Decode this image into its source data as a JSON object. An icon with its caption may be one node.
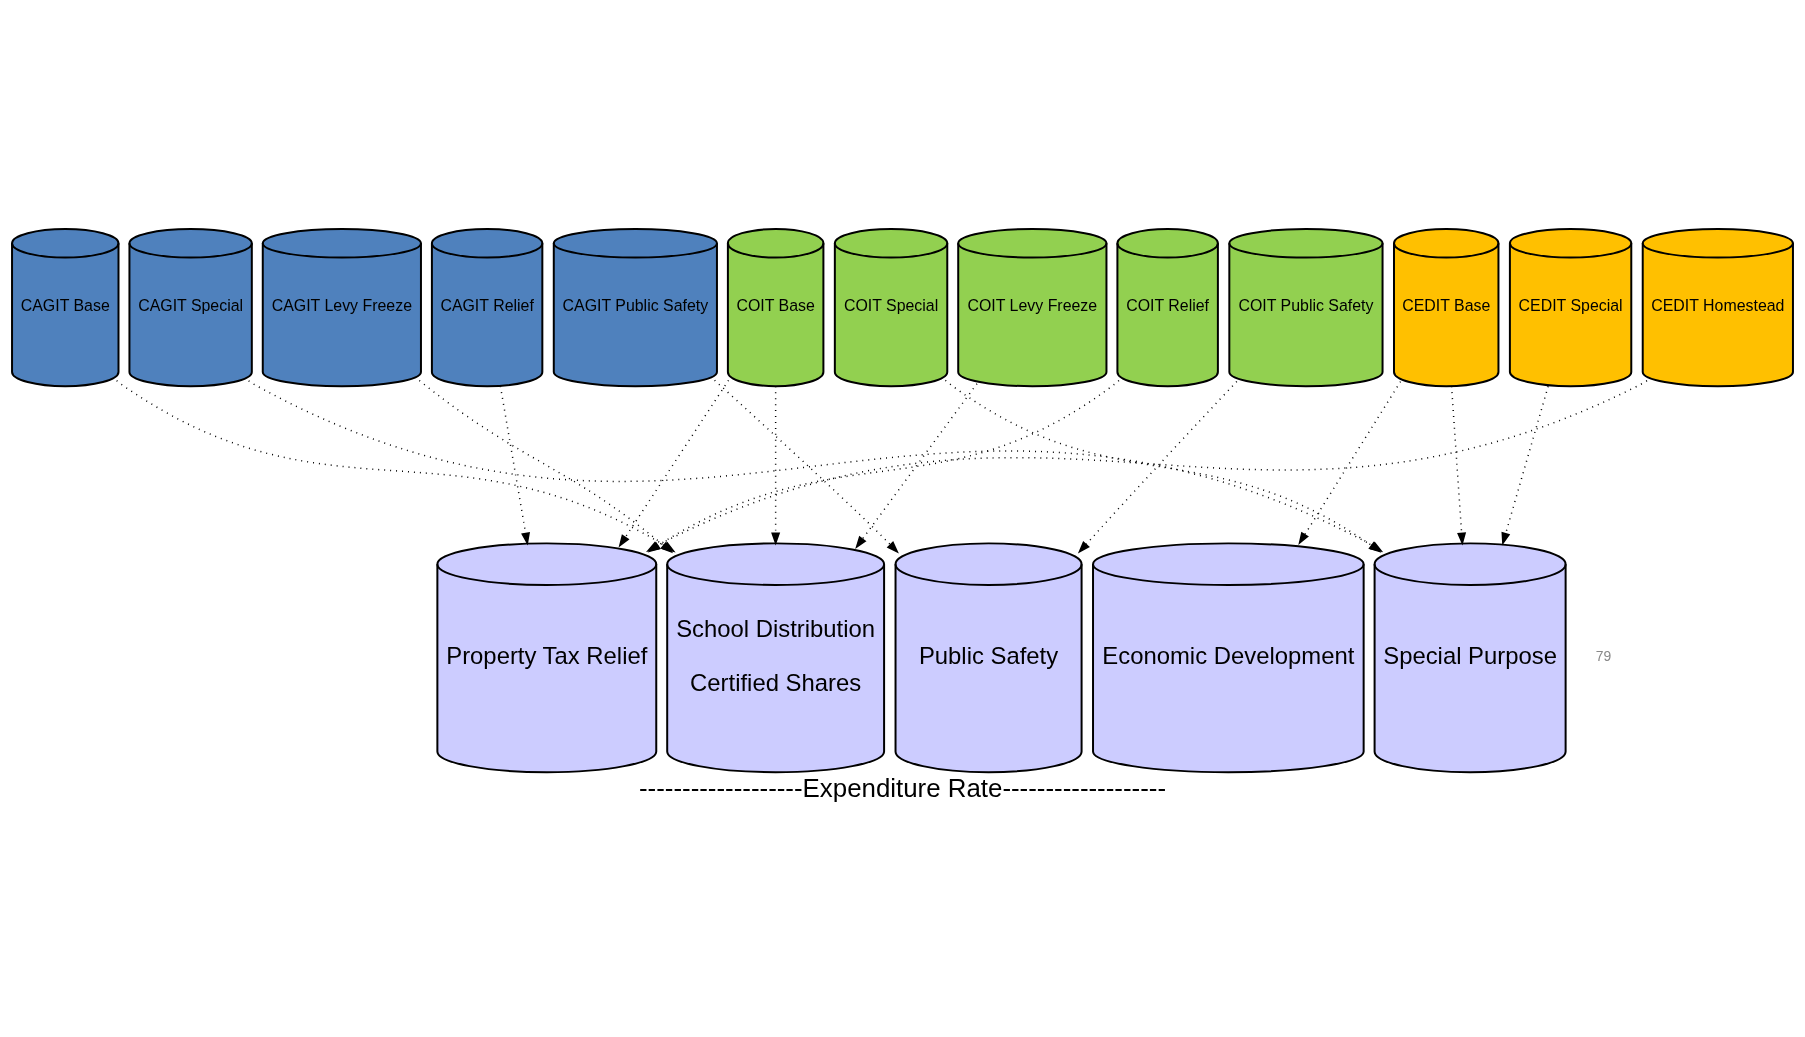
{
  "diagram": {
    "caption": "-------------------Expenditure Rate-------------------",
    "nodes": [
      {
        "text": [
          "CAGIT Base"
        ]
      },
      {
        "text": [
          "CAGIT Special"
        ]
      },
      {
        "text": [
          "CAGIT Levy Freeze"
        ]
      },
      {
        "text": [
          "CAGIT Relief"
        ]
      },
      {
        "text": [
          "CAGIT Public Safety"
        ]
      },
      {
        "text": [
          "COIT Base"
        ]
      },
      {
        "text": [
          "COIT Special"
        ]
      },
      {
        "text": [
          "COIT Levy Freeze"
        ]
      },
      {
        "text": [
          "COIT Relief"
        ]
      },
      {
        "text": [
          "COIT Public Safety"
        ]
      },
      {
        "text": [
          "CEDIT Base"
        ]
      },
      {
        "text": [
          "CEDIT Special"
        ]
      },
      {
        "text": [
          "CEDIT Homestead"
        ]
      },
      {
        "text": [
          "Property Tax Relief"
        ]
      },
      {
        "text": [
          "School Distribution",
          "Certified Shares"
        ]
      },
      {
        "text": [
          "Public Safety"
        ]
      },
      {
        "text": [
          "Economic Development"
        ]
      },
      {
        "text": [
          "Special Purpose"
        ]
      }
    ],
    "edges": [
      {
        "from": 0,
        "to": 14,
        "arrow": "to"
      },
      {
        "from": 1,
        "to": 17,
        "arrow": "to"
      },
      {
        "from": 2,
        "to": 14,
        "arrow": "to"
      },
      {
        "from": 3,
        "to": 13,
        "arrow": "to"
      },
      {
        "from": 4,
        "to": 15,
        "arrow": "to"
      },
      {
        "from": 5,
        "to": 13,
        "arrow": "to"
      },
      {
        "from": 5,
        "to": 14,
        "arrow": "to"
      },
      {
        "from": 6,
        "to": 17,
        "arrow": "to"
      },
      {
        "from": 7,
        "to": 14,
        "arrow": "to"
      },
      {
        "from": 8,
        "to": 13,
        "arrow": "to"
      },
      {
        "from": 9,
        "to": 15,
        "arrow": "to"
      },
      {
        "from": 10,
        "to": 16,
        "arrow": "to"
      },
      {
        "from": 10,
        "to": 17,
        "arrow": "to"
      },
      {
        "from": 11,
        "to": 17,
        "arrow": "to"
      },
      {
        "from": 12,
        "to": 13,
        "arrow": "to"
      }
    ],
    "labels": [
      "79"
    ]
  }
}
